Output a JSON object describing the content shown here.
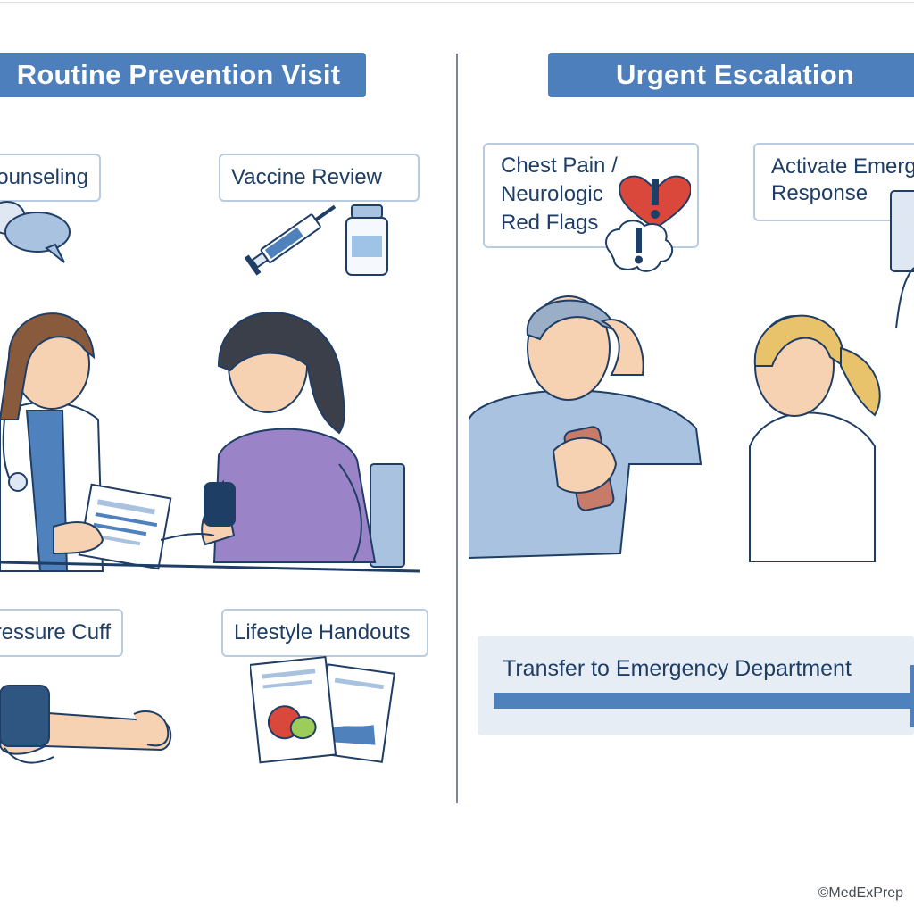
{
  "colors": {
    "banner": "#4c7fbb",
    "label_text": "#1f3e66",
    "label_border": "#b9cbe0",
    "accent": "#4f82bd",
    "ed_bar": "#e7edf5"
  },
  "left_panel": {
    "banner": "Routine Prevention Visit",
    "labels": {
      "counseling": "Counseling",
      "vaccine": "Vaccine Review",
      "cuff": "Pressure Cuff",
      "handouts": "Lifestyle Handouts"
    }
  },
  "right_panel": {
    "banner": "Urgent Escalation",
    "labels": {
      "red_flags": "Chest Pain / Neurologic Red Flags",
      "activate": "Activate Emergency Response"
    },
    "transfer": "Transfer to Emergency Department"
  },
  "footer": {
    "copyright": "©MedExPrep"
  },
  "icons": [
    "speech-bubbles-icon",
    "syringe-icon",
    "vial-icon",
    "heart-alert-icon",
    "brain-alert-icon",
    "handout-icon",
    "bp-cuff-icon"
  ]
}
